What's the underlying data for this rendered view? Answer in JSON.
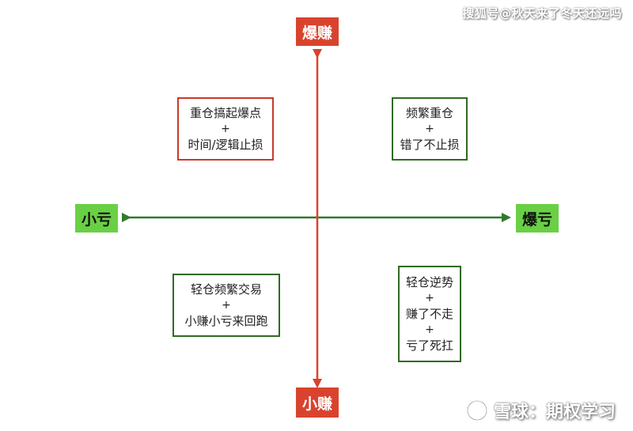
{
  "watermark_top": "搜狐号@秋天来了冬天还远吗",
  "watermark_bottom": {
    "logo": "snowball-logo-icon",
    "text": "雪球：期权学习"
  },
  "axes": {
    "top": "爆赚",
    "bottom": "小赚",
    "left": "小亏",
    "right": "爆亏"
  },
  "quadrants": {
    "top_left": {
      "line1": "重仓搞起爆点",
      "plus1": "+",
      "line2": "时间/逻辑止损",
      "color": "#c9392a"
    },
    "top_right": {
      "line1": "频繁重仓",
      "plus1": "+",
      "line2": "错了不止损",
      "color": "#2f6b22"
    },
    "bottom_left": {
      "line1": "轻仓频繁交易",
      "plus1": "+",
      "line2": "小赚小亏来回跑",
      "color": "#2f6b22"
    },
    "bottom_right": {
      "line1": "轻仓逆势",
      "plus1": "+",
      "line2": "赚了不走",
      "plus2": "+",
      "line3": "亏了死扛",
      "color": "#2f6b22"
    }
  },
  "colors": {
    "red": "#d9432e",
    "green": "#69d045",
    "axis_red": "#d9432e",
    "axis_green": "#2f7a2a"
  }
}
